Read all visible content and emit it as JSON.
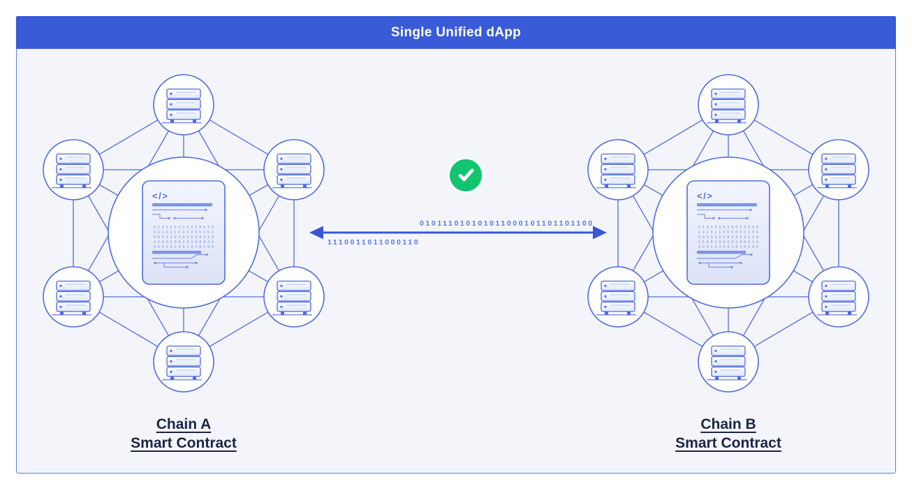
{
  "header": {
    "title": "Single Unified dApp"
  },
  "bridge": {
    "binary_top": "010111010101011000101101101100",
    "binary_bottom": "1110011011000110",
    "status_icon": "check-circle",
    "status_color": "#11c46e",
    "arrow_style": "double-headed"
  },
  "contract": {
    "code_glyph": "</>",
    "binary_rows": [
      "010100010010010",
      "111011000000101",
      "000110101000110",
      "110010010100011",
      "000101001010100"
    ]
  },
  "chains": [
    {
      "name": "Chain A",
      "sublabel": "Smart Contract",
      "node_icon": "server-stack",
      "node_count": 6
    },
    {
      "name": "Chain B",
      "sublabel": "Smart Contract",
      "node_icon": "server-stack",
      "node_count": 6
    }
  ],
  "colors": {
    "header_blue": "#3a5bd7",
    "line_blue": "#4d6bdf",
    "body_background": "#f4f5fb",
    "check_green": "#11c46e",
    "label_navy": "#1b2545",
    "binary_blue": "#5b76e4"
  }
}
